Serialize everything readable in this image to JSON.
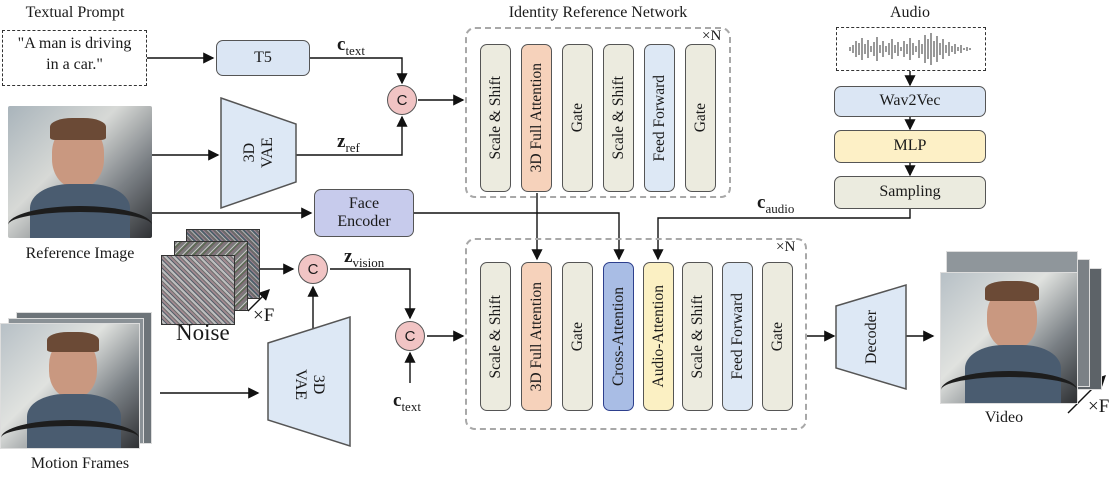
{
  "textual_prompt": {
    "title": "Textual Prompt",
    "line1": "\"A man is driving",
    "line2": "in a car.\""
  },
  "t5": {
    "label": "T5"
  },
  "vae_top": {
    "line1": "3D",
    "line2": "VAE"
  },
  "vae_bottom": {
    "line1": "3D",
    "line2": "VAE"
  },
  "face_encoder": {
    "line1": "Face",
    "line2": "Encoder"
  },
  "reference_image": {
    "label": "Reference Image"
  },
  "motion_frames": {
    "label": "Motion Frames"
  },
  "noise": {
    "label": "Noise",
    "times": "×F"
  },
  "video": {
    "label": "Video",
    "times": "×F"
  },
  "concat_symbol": "C",
  "math": {
    "c": "c",
    "text_sub": "text",
    "z": "z",
    "ref_sub": "ref",
    "vision_sub": "vision",
    "audio_sub": "audio"
  },
  "identity_net": {
    "title": "Identity Reference Network",
    "repeat": "×N",
    "blocks": [
      "Scale & Shift",
      "3D Full Attention",
      "Gate",
      "Scale & Shift",
      "Feed Forward",
      "Gate"
    ]
  },
  "main_net": {
    "repeat": "×N",
    "blocks": [
      "Scale & Shift",
      "3D Full Attention",
      "Gate",
      "Cross-Attention",
      "Audio-Attention",
      "Scale & Shift",
      "Feed Forward",
      "Gate"
    ]
  },
  "audio": {
    "title": "Audio",
    "wav2vec": "Wav2Vec",
    "mlp": "MLP",
    "sampling": "Sampling"
  },
  "decoder": {
    "label": "Decoder"
  },
  "colors": {
    "cream": "#ecebdf",
    "peach": "#f6d2bb",
    "blue": "#dde8f5",
    "lavender": "#c7cbec",
    "cross_attention": "#a9bde5",
    "audio_attention": "#fbf0c3",
    "concat": "#f1c4c4"
  }
}
